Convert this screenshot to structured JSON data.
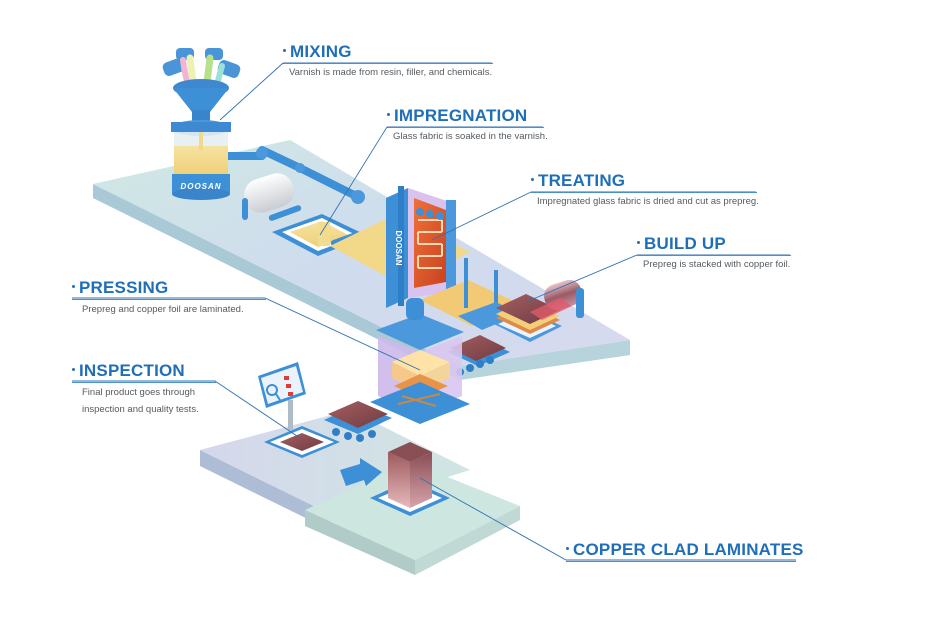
{
  "diagram": {
    "brand_text": "DOOSAN",
    "steps": [
      {
        "id": "mixing",
        "title": "MIXING",
        "description": [
          "Varnish is made from resin, filler, and chemicals."
        ]
      },
      {
        "id": "impregnation",
        "title": "IMPREGNATION",
        "description": [
          "Glass fabric is soaked in the varnish."
        ]
      },
      {
        "id": "treating",
        "title": "TREATING",
        "description": [
          "Impregnated glass fabric is dried and cut as prepreg."
        ]
      },
      {
        "id": "build-up",
        "title": "BUILD UP",
        "description": [
          "Prepreg is stacked with copper foil."
        ]
      },
      {
        "id": "pressing",
        "title": "PRESSING",
        "description": [
          "Prepreg and copper foil are laminated."
        ]
      },
      {
        "id": "inspection",
        "title": "INSPECTION",
        "description": [
          "Final product goes through",
          "inspection and quality tests."
        ]
      },
      {
        "id": "copper-clad-laminates",
        "title": "COPPER CLAD LAMINATES",
        "description": []
      }
    ],
    "colors": {
      "accent": "#1f6fb8",
      "machine_blue": "#3d8fd6",
      "platform_mint": "#cfe6e2",
      "platform_lavender": "#d5d9ea",
      "varnish_yellow": "#f3dc8e",
      "copper": "#8a4e4e"
    }
  }
}
